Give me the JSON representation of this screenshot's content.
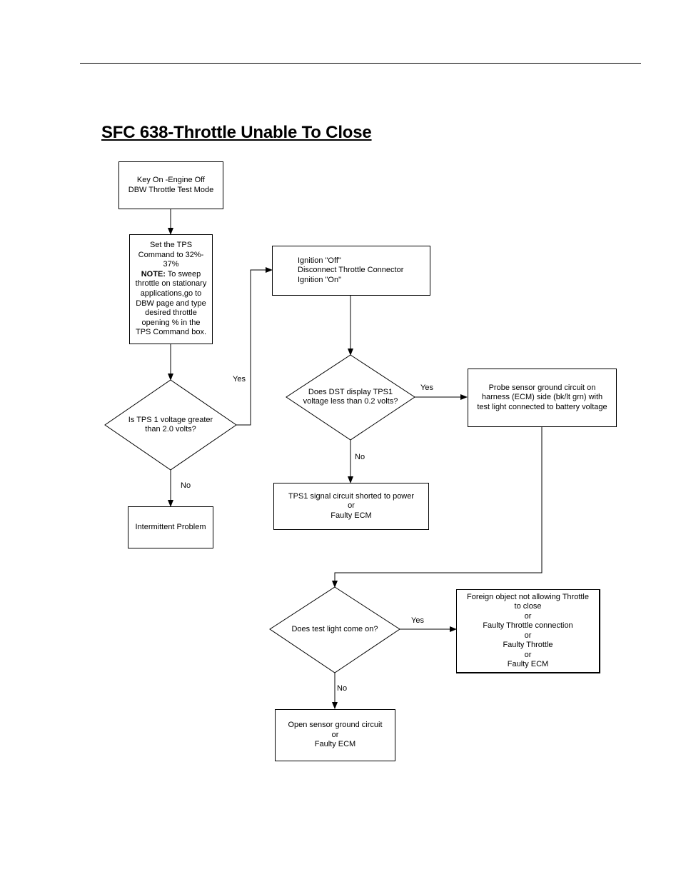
{
  "title": "SFC 638-Throttle Unable To Close",
  "nodes": {
    "start": [
      "Key On -Engine Off",
      "DBW Throttle Test Mode"
    ],
    "set_tps": {
      "lines": [
        "Set the TPS",
        "Command to 32%-",
        "37%"
      ],
      "note_label": "NOTE:",
      "note_first": " To sweep",
      "note_lines": [
        "throttle on stationary",
        "applications,go to",
        "DBW page and type",
        "desired throttle",
        "opening % in the",
        "TPS Command  box."
      ]
    },
    "ignition": [
      "Ignition \"Off\"",
      "Disconnect Throttle Connector",
      "Ignition \"On\""
    ],
    "q_tps1_voltage": [
      "Is TPS 1 voltage greater",
      "than 2.0 volts?"
    ],
    "q_dst_display": [
      "Does DST display TPS1",
      "voltage less than 0.2 volts?"
    ],
    "probe": [
      "Probe sensor ground circuit on",
      "harness (ECM) side (bk/lt grn) with",
      "test light connected to battery voltage"
    ],
    "tps1_shorted": [
      "TPS1 signal circuit shorted to power",
      "or",
      "Faulty ECM"
    ],
    "intermittent": [
      "Intermittent Problem"
    ],
    "q_test_light": [
      "Does test light come on?"
    ],
    "foreign_object": [
      "Foreign object not allowing Throttle",
      "to close",
      "or",
      "Faulty Throttle connection",
      "or",
      "Faulty Throttle",
      "or",
      "Faulty ECM"
    ],
    "open_ground": [
      "Open sensor ground circuit",
      "or",
      "Faulty ECM"
    ]
  },
  "labels": {
    "yes": "Yes",
    "no": "No"
  }
}
